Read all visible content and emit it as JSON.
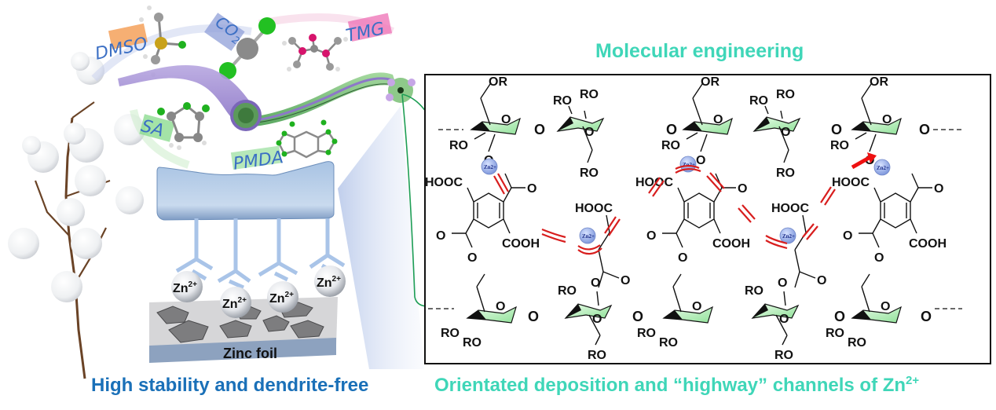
{
  "figure": {
    "left_panel": {
      "reagent_labels": [
        {
          "key": "dmso",
          "text": "DMSO",
          "highlight": "#f4a15a"
        },
        {
          "key": "co2",
          "text": "CO",
          "subscript": "2",
          "highlight": "#8f9fd8"
        },
        {
          "key": "tmg",
          "text": "TMG",
          "highlight": "#ee6fb4"
        },
        {
          "key": "sa",
          "text": "SA",
          "highlight": "#86d98a"
        },
        {
          "key": "pmda",
          "text": "PMDA",
          "highlight": "#86d98a"
        }
      ],
      "ion_label": "Zn",
      "ion_charge": "2+",
      "ion_count": 4,
      "substrate_label": "Zinc foil",
      "caption": "High stability and dendrite-free"
    },
    "right_panel": {
      "title": "Molecular engineering",
      "caption_main": "Orientated deposition and “highway” channels of Zn",
      "caption_sup": "2+",
      "group_labels": {
        "or": "OR",
        "ro": "RO",
        "o": "O",
        "hooc": "HOOC",
        "cooh": "COOH"
      },
      "zn_badge": "Zn",
      "zn_badge_sup": "2+"
    },
    "colors": {
      "teal_title": "#3fd6b8",
      "blue_caption": "#1a70b8",
      "ring_fill": "#bff0bf",
      "coordination_red": "#d81e1e",
      "zn_sphere": "#8fa8e6",
      "connector_green": "#1e9e55"
    }
  }
}
